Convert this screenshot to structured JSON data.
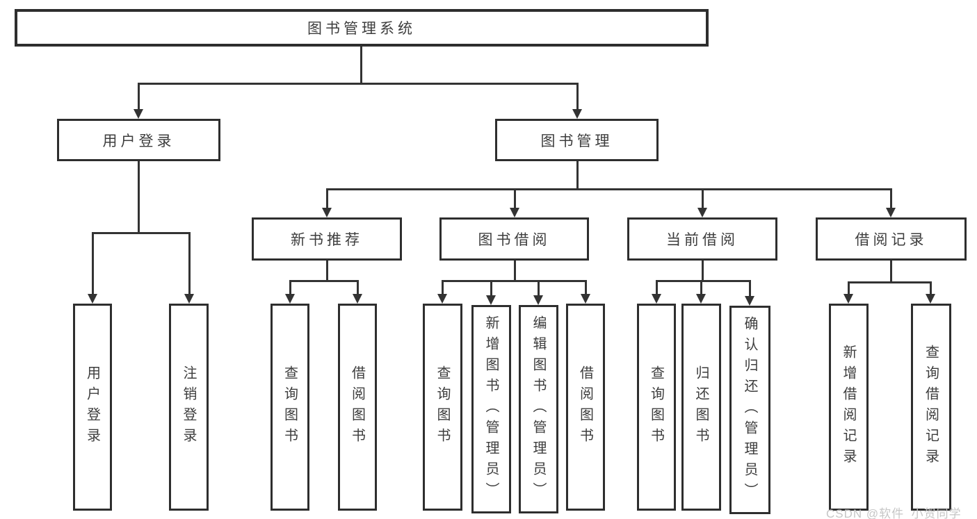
{
  "diagram": {
    "type": "tree",
    "root": {
      "label": "图书管理系统"
    },
    "level2": [
      {
        "label": "用户登录",
        "parent": "图书管理系统"
      },
      {
        "label": "图书管理",
        "parent": "图书管理系统"
      }
    ],
    "level3": [
      {
        "label": "新书推荐",
        "parent": "图书管理"
      },
      {
        "label": "图书借阅",
        "parent": "图书管理"
      },
      {
        "label": "当前借阅",
        "parent": "图书管理"
      },
      {
        "label": "借阅记录",
        "parent": "图书管理"
      }
    ],
    "leaves": [
      {
        "label": "用户登录",
        "parent": "用户登录"
      },
      {
        "label": "注销登录",
        "parent": "用户登录"
      },
      {
        "label": "查询图书",
        "parent": "新书推荐"
      },
      {
        "label": "借阅图书",
        "parent": "新书推荐"
      },
      {
        "label": "查询图书",
        "parent": "图书借阅"
      },
      {
        "label": "新增图书（管理员）",
        "parent": "图书借阅"
      },
      {
        "label": "编辑图书（管理员）",
        "parent": "图书借阅"
      },
      {
        "label": "借阅图书",
        "parent": "图书借阅"
      },
      {
        "label": "查询图书",
        "parent": "当前借阅"
      },
      {
        "label": "归还图书",
        "parent": "当前借阅"
      },
      {
        "label": "确认归还（管理员）",
        "parent": "当前借阅"
      },
      {
        "label": "新增借阅记录",
        "parent": "借阅记录"
      },
      {
        "label": "查询借阅记录",
        "parent": "借阅记录"
      }
    ],
    "colors": {
      "line": "#333333",
      "box_border": "#2e2e2e",
      "box_fill": "#ffffff",
      "text": "#3d3d3d",
      "watermark": "#c6c6c6",
      "background": "#ffffff"
    }
  },
  "watermark": {
    "text": "CSDN @软件_小贺同学"
  }
}
